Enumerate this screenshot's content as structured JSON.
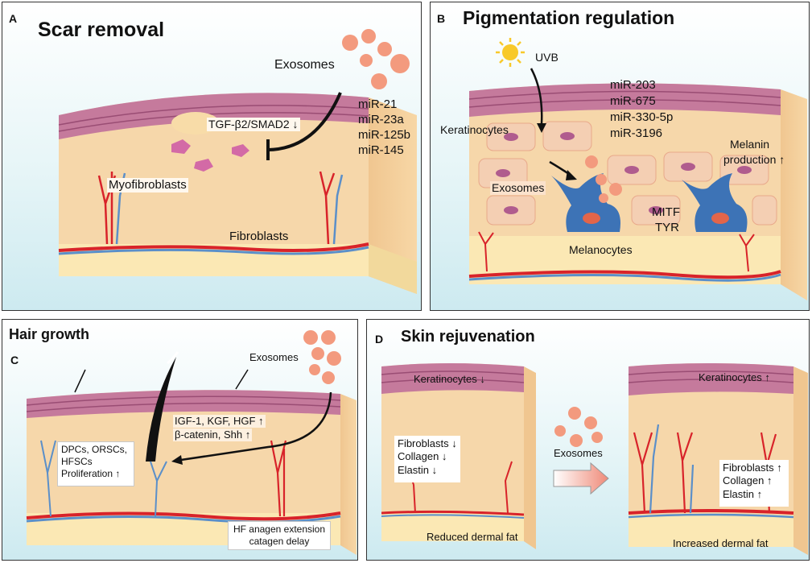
{
  "panel_a": {
    "letter": "A",
    "title": "Scar removal",
    "exosomes": "Exosomes",
    "mirnas": [
      "miR-21",
      "miR-23a",
      "miR-125b",
      "miR-145"
    ],
    "pathway": "TGF-β2/SMAD2 ↓",
    "myofibroblasts": "Myofibroblasts",
    "fibroblasts": "Fibroblasts"
  },
  "panel_b": {
    "letter": "B",
    "title": "Pigmentation regulation",
    "uvb": "UVB",
    "mirnas": [
      "miR-203",
      "miR-675",
      "miR-330-5p",
      "miR-3196"
    ],
    "keratinocytes": "Keratinocytes",
    "melanin": [
      "Melanin",
      "production ↑"
    ],
    "exosomes": "Exosomes",
    "targets": [
      "MITF",
      "TYR"
    ],
    "melanocytes": "Melanocytes"
  },
  "panel_c": {
    "letter": "C",
    "title": "Hair growth",
    "exosomes": "Exosomes",
    "factors": [
      "IGF-1, KGF, HGF ↑",
      "β-catenin, Shh ↑"
    ],
    "cells": [
      "DPCs, ORSCs,",
      "HFSCs",
      "Proliferation ↑"
    ],
    "hf": [
      "HF anagen extension",
      "catagen delay"
    ]
  },
  "panel_d": {
    "letter": "D",
    "title": "Skin rejuvenation",
    "left": {
      "keratinocytes": "Keratinocytes ↓",
      "cells": [
        "Fibroblasts ↓",
        "Collagen ↓",
        "Elastin ↓"
      ],
      "fat": "Reduced dermal fat"
    },
    "exosomes": "Exosomes",
    "right": {
      "keratinocytes": "Keratinocytes ↑",
      "cells": [
        "Fibroblasts ↑",
        "Collagen ↑",
        "Elastin ↑"
      ],
      "fat": "Increased dermal fat"
    }
  },
  "colors": {
    "epidermis": "#c57a9c",
    "dermis": "#f6d7aa",
    "fat": "#fbe8b4",
    "artery": "#d8232a",
    "vein": "#5b8fc9",
    "exosome": "#f39a7e",
    "melanocyte": "#3d73b6",
    "arrow": "#111111"
  }
}
